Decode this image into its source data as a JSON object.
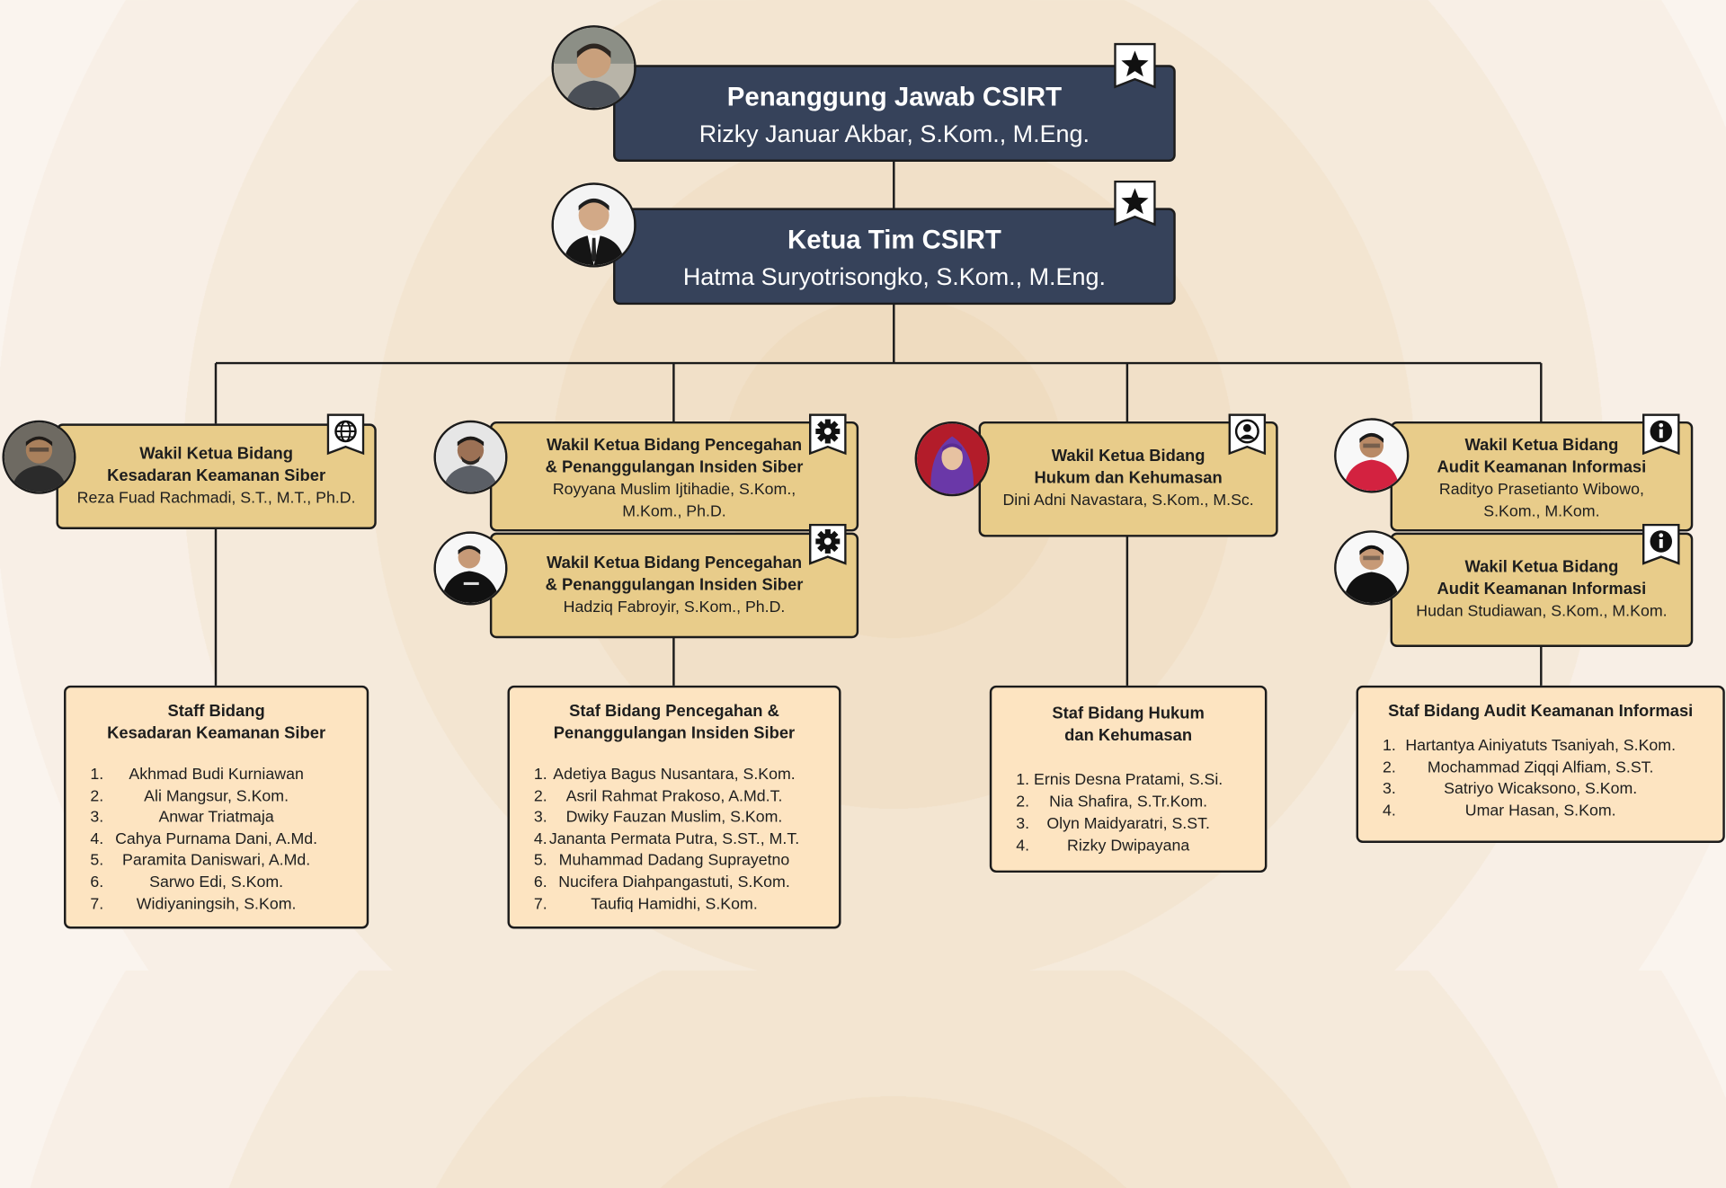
{
  "header": {
    "responsible_title": "Penanggung Jawab CSIRT",
    "responsible_name": "Rizky Januar Akbar, S.Kom., M.Eng.",
    "chair_title": "Ketua Tim CSIRT",
    "chair_name": "Hatma Suryotrisongko, S.Kom., M.Eng."
  },
  "deputies": {
    "awareness": {
      "title_1": "Wakil Ketua Bidang",
      "title_2": "Kesadaran Keamanan Siber",
      "name": "Reza Fuad Rachmadi, S.T., M.T., Ph.D.",
      "icon": "globe-icon"
    },
    "prevention_1": {
      "title_1": "Wakil Ketua Bidang Pencegahan",
      "title_2": "& Penanggulangan Insiden Siber",
      "name_1": "Royyana Muslim Ijtihadie, S.Kom.,",
      "name_2": "M.Kom., Ph.D.",
      "icon": "gear-icon"
    },
    "prevention_2": {
      "title_1": "Wakil Ketua Bidang Pencegahan",
      "title_2": "& Penanggulangan Insiden Siber",
      "name": "Hadziq Fabroyir, S.Kom., Ph.D.",
      "icon": "gear-icon"
    },
    "legal": {
      "title_1": "Wakil Ketua Bidang",
      "title_2": "Hukum dan Kehumasan",
      "name": "Dini Adni Navastara, S.Kom., M.Sc.",
      "icon": "user-icon"
    },
    "audit_1": {
      "title_1": "Wakil Ketua Bidang",
      "title_2": "Audit Keamanan Informasi",
      "name_1": "Radityo Prasetianto Wibowo,",
      "name_2": "S.Kom., M.Kom.",
      "icon": "info-icon"
    },
    "audit_2": {
      "title_1": "Wakil Ketua Bidang",
      "title_2": "Audit Keamanan Informasi",
      "name": "Hudan Studiawan, S.Kom., M.Kom.",
      "icon": "info-icon"
    }
  },
  "staff": {
    "awareness": {
      "title_1": "Staff Bidang",
      "title_2": "Kesadaran Keamanan Siber",
      "members": [
        {
          "num": "1.",
          "name": "Akhmad Budi Kurniawan"
        },
        {
          "num": "2.",
          "name": "Ali Mangsur, S.Kom."
        },
        {
          "num": "3.",
          "name": "Anwar Triatmaja"
        },
        {
          "num": "4.",
          "name": "Cahya Purnama Dani, A.Md."
        },
        {
          "num": "5.",
          "name": "Paramita Daniswari, A.Md."
        },
        {
          "num": "6.",
          "name": "Sarwo Edi, S.Kom."
        },
        {
          "num": "7.",
          "name": "Widiyaningsih, S.Kom."
        }
      ]
    },
    "prevention": {
      "title_1": "Staf Bidang Pencegahan &",
      "title_2": "Penanggulangan Insiden Siber",
      "members": [
        {
          "num": "1.",
          "name": "Adetiya Bagus Nusantara, S.Kom."
        },
        {
          "num": "2.",
          "name": "Asril Rahmat Prakoso, A.Md.T."
        },
        {
          "num": "3.",
          "name": "Dwiky Fauzan Muslim, S.Kom."
        },
        {
          "num": "4.",
          "name": "Jananta Permata Putra, S.ST., M.T."
        },
        {
          "num": "5.",
          "name": "Muhammad Dadang Suprayetno"
        },
        {
          "num": "6.",
          "name": "Nucifera Diahpangastuti, S.Kom."
        },
        {
          "num": "7.",
          "name": "Taufiq Hamidhi, S.Kom."
        }
      ]
    },
    "legal": {
      "title_1": "Staf Bidang Hukum",
      "title_2": "dan Kehumasan",
      "members": [
        {
          "num": "1.",
          "name": "Ernis Desna Pratami, S.Si."
        },
        {
          "num": "2.",
          "name": "Nia Shafira, S.Tr.Kom."
        },
        {
          "num": "3.",
          "name": "Olyn Maidyaratri, S.ST."
        },
        {
          "num": "4.",
          "name": "Rizky Dwipayana"
        }
      ]
    },
    "audit": {
      "title_1": "Staf Bidang Audit Keamanan Informasi",
      "members": [
        {
          "num": "1.",
          "name": "Hartantya Ainiyatuts Tsaniyah, S.Kom."
        },
        {
          "num": "2.",
          "name": "Mochammad Ziqqi Alfiam, S.ST."
        },
        {
          "num": "3.",
          "name": "Satriyo Wicaksono, S.Kom."
        },
        {
          "num": "4.",
          "name": "Umar Hasan, S.Kom."
        }
      ]
    }
  },
  "colors": {
    "leader_box": "#36425a",
    "deputy_box": "#e8cc8a",
    "staff_box": "#fde4c1",
    "connector": "#1c1c1c"
  }
}
